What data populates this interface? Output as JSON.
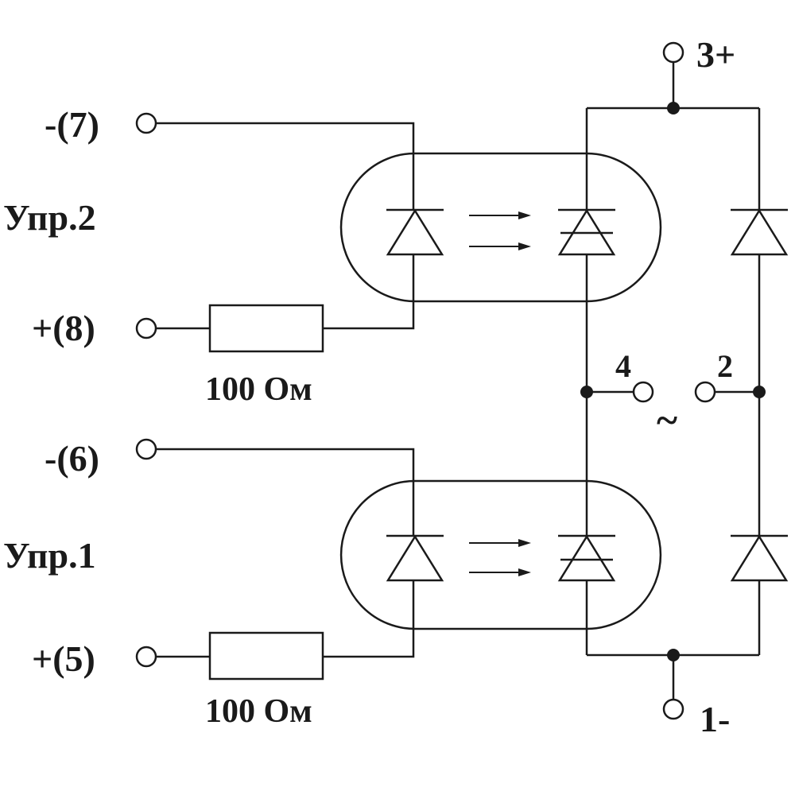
{
  "labels": {
    "pin7": "-(7)",
    "pin8": "+(8)",
    "pin6": "-(6)",
    "pin5": "+(5)",
    "ctrl2": "Упр.2",
    "ctrl1": "Упр.1",
    "res_top": "100 Ом",
    "res_bottom": "100 Ом",
    "pin3": "3+",
    "pin1": "1-",
    "pin4": "4",
    "pin2": "2",
    "ac": "~"
  },
  "colors": {
    "ink": "#1a1a1a",
    "background": "#ffffff"
  }
}
